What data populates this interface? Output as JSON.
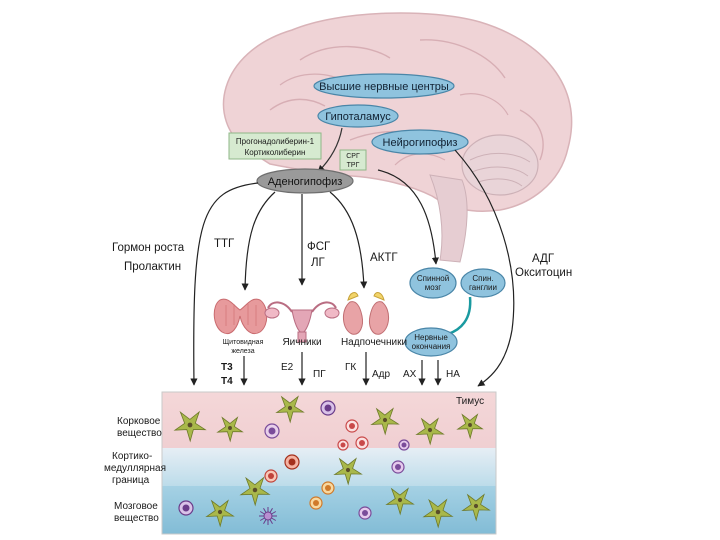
{
  "nodes": {
    "higher_centers": "Высшие нервные центры",
    "hypothalamus": "Гипоталамус",
    "neurohypophysis": "Нейрогипофиз",
    "adenohypophysis": "Аденогипофиз",
    "spinal_cord": "Спинной мозг",
    "spinal_ganglia": "Спин. ганглии",
    "nerve_endings": "Нервные окончания"
  },
  "releasing_box": {
    "line1": "Прогонадолиберин-1",
    "line2": "Кортиколиберин"
  },
  "srg_box": {
    "line1": "СРГ",
    "line2": "ТРГ"
  },
  "pathways": {
    "growth_hormone": "Гормон роста",
    "prolactin": "Пролактин",
    "ttg": "ТТГ",
    "fsg": "ФСГ",
    "lg": "ЛГ",
    "aktg": "АКТГ",
    "adg": "АДГ",
    "oxytocin": "Окситоцин"
  },
  "organs": {
    "thyroid": "Щитовидная железа",
    "ovaries": "Яичники",
    "adrenals": "Надпочечники"
  },
  "hormones": {
    "t3": "Т3",
    "t4": "Т4",
    "e2": "Е2",
    "pg": "ПГ",
    "gk": "ГК",
    "adr": "Адр",
    "ah": "АХ",
    "na": "НА"
  },
  "thymus": {
    "title": "Тимус",
    "cortex_line1": "Корковое",
    "cortex_line2": "вещество",
    "cm_line1": "Кортико-",
    "cm_line2": "медуллярная",
    "cm_line3": "граница",
    "medulla_line1": "Мозговое",
    "medulla_line2": "вещество"
  },
  "colors": {
    "brain": "#efd3d6",
    "node_fill": "#8fc3de",
    "node_stroke": "#4a86a8",
    "adeno_fill": "#9a9a9a",
    "cortex_band": "#f2d3d4",
    "cm_band": "#cfe4ef",
    "medulla_band": "#9ccbe0",
    "cell_green": "#a9b84a"
  }
}
